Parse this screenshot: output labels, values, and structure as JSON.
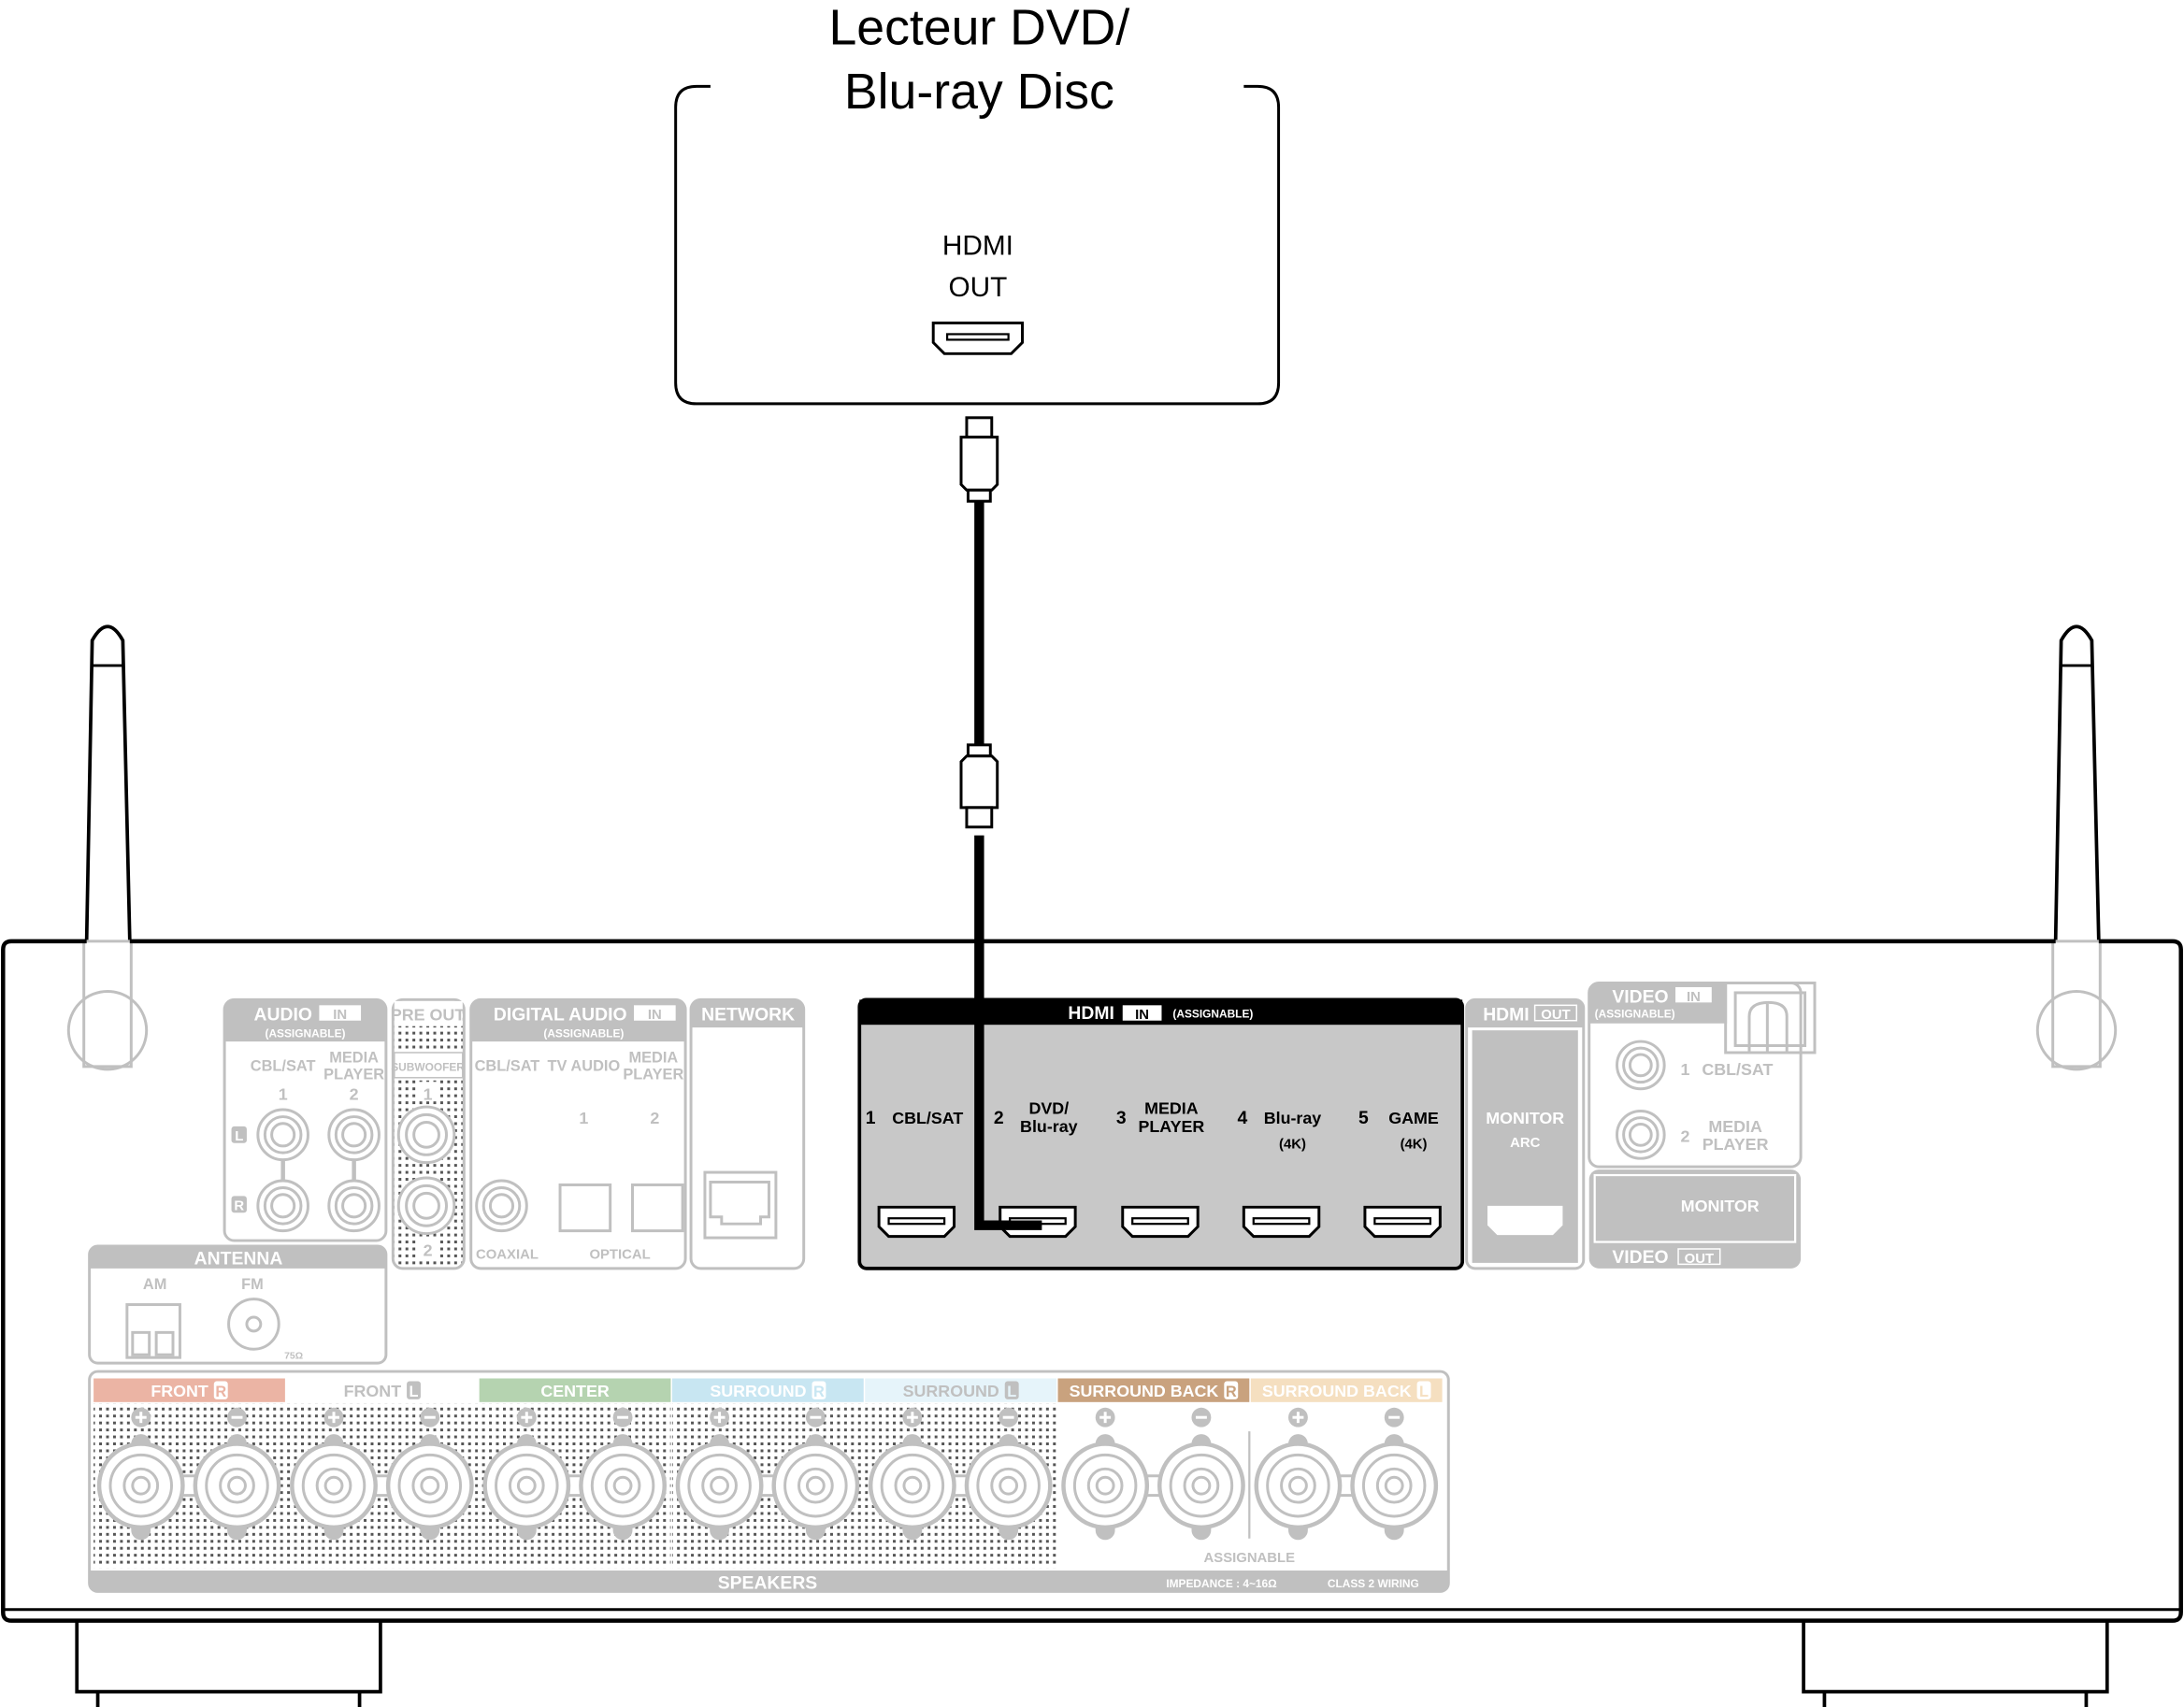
{
  "source_device": {
    "title_line1": "Lecteur DVD/",
    "title_line2": "Blu-ray Disc",
    "port_line1": "HDMI",
    "port_line2": "OUT"
  },
  "audio_in": {
    "title": "AUDIO",
    "badge": "IN",
    "sub": "(ASSIGNABLE)",
    "col1": "CBL/SAT",
    "col2a": "MEDIA",
    "col2b": "PLAYER",
    "num1": "1",
    "num2": "2",
    "left": "L",
    "right": "R"
  },
  "pre_out": {
    "title": "PRE OUT",
    "sub": "SUBWOOFER",
    "num1": "1",
    "num2": "2"
  },
  "digital_audio": {
    "title": "DIGITAL AUDIO",
    "badge": "IN",
    "sub": "(ASSIGNABLE)",
    "col1": "CBL/SAT",
    "col2": "TV AUDIO",
    "col3a": "MEDIA",
    "col3b": "PLAYER",
    "num1": "1",
    "num2": "2",
    "coaxial": "COAXIAL",
    "optical": "OPTICAL"
  },
  "network": {
    "title": "NETWORK"
  },
  "hdmi_in": {
    "title": "HDMI",
    "badge": "IN",
    "sub": "(ASSIGNABLE)",
    "ports": [
      {
        "num": "1",
        "l1": "CBL/SAT",
        "l2": ""
      },
      {
        "num": "2",
        "l1": "DVD/",
        "l2": "Blu-ray"
      },
      {
        "num": "3",
        "l1": "MEDIA",
        "l2": "PLAYER"
      },
      {
        "num": "4",
        "l1": "Blu-ray",
        "l2": "(4K)"
      },
      {
        "num": "5",
        "l1": "GAME",
        "l2": "(4K)"
      }
    ]
  },
  "hdmi_out": {
    "title": "HDMI",
    "badge": "OUT",
    "l1": "MONITOR",
    "l2": "ARC"
  },
  "video_in": {
    "title": "VIDEO",
    "badge": "IN",
    "sub": "(ASSIGNABLE)",
    "p1num": "1",
    "p1": "CBL/SAT",
    "p2num": "2",
    "p2a": "MEDIA",
    "p2b": "PLAYER"
  },
  "video_out": {
    "title": "VIDEO",
    "badge": "OUT",
    "monitor": "MONITOR"
  },
  "antenna": {
    "title": "ANTENNA",
    "am": "AM",
    "fm": "FM",
    "ohm": "75Ω"
  },
  "speakers": {
    "title": "SPEAKERS",
    "assignable": "ASSIGNABLE",
    "impedance": "IMPEDANCE : 4~16Ω",
    "wiring": "CLASS 2 WIRING",
    "channels": [
      {
        "label": "FRONT",
        "side": "R",
        "color": "#ebb4a4",
        "text": "#ffffff"
      },
      {
        "label": "FRONT",
        "side": "L",
        "color": "#ffffff",
        "text": "#c0c0c0"
      },
      {
        "label": "CENTER",
        "side": "",
        "color": "#b5d3b0",
        "text": "#ffffff"
      },
      {
        "label": "SURROUND",
        "side": "R",
        "color": "#c8e6f2",
        "text": "#ffffff"
      },
      {
        "label": "SURROUND",
        "side": "L",
        "color": "#e6f4fa",
        "text": "#c0c0c0"
      },
      {
        "label": "SURROUND BACK",
        "side": "R",
        "color": "#c9a27e",
        "text": "#ffffff"
      },
      {
        "label": "SURROUND BACK",
        "side": "L",
        "color": "#f5dfc0",
        "text": "#ffffff"
      }
    ]
  }
}
